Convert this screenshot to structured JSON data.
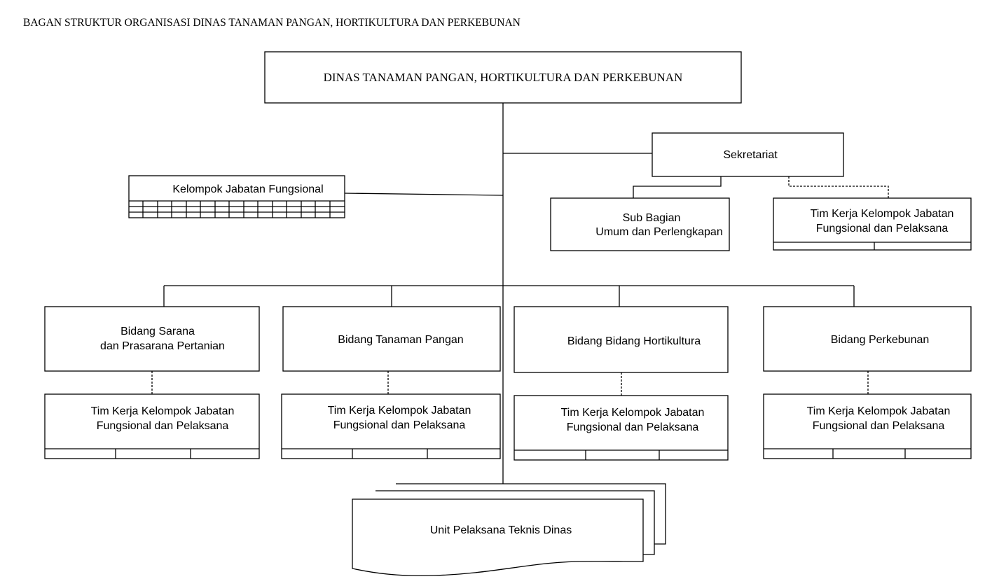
{
  "page_title": "BAGAN STRUKTUR ORGANISASI DINAS TANAMAN PANGAN, HORTIKULTURA DAN PERKEBUNAN",
  "head": {
    "label": "DINAS TANAMAN PANGAN, HORTIKULTURA DAN PERKEBUNAN"
  },
  "fungsional": {
    "label": "Kelompok Jabatan Fungsional"
  },
  "sekretariat": {
    "label": "Sekretariat",
    "subbagian": {
      "line1": "Sub Bagian",
      "line2": "Umum dan Perlengkapan"
    },
    "timkerja": {
      "line1": "Tim Kerja Kelompok Jabatan",
      "line2": "Fungsional dan Pelaksana"
    }
  },
  "bidang": [
    {
      "line1": "Bidang Sarana",
      "line2": "dan Prasarana Pertanian",
      "tim": {
        "line1": "Tim Kerja Kelompok Jabatan",
        "line2": "Fungsional dan Pelaksana"
      }
    },
    {
      "line1": "Bidang Tanaman Pangan",
      "line2": "",
      "tim": {
        "line1": "Tim Kerja Kelompok Jabatan",
        "line2": "Fungsional dan Pelaksana"
      }
    },
    {
      "line1": "Bidang Bidang Hortikultura",
      "line2": "",
      "tim": {
        "line1": "Tim Kerja Kelompok Jabatan",
        "line2": "Fungsional dan Pelaksana"
      }
    },
    {
      "line1": "Bidang Perkebunan",
      "line2": "",
      "tim": {
        "line1": "Tim Kerja Kelompok Jabatan",
        "line2": "Fungsional dan Pelaksana"
      }
    }
  ],
  "upt": {
    "label": "Unit Pelaksana Teknis Dinas"
  }
}
